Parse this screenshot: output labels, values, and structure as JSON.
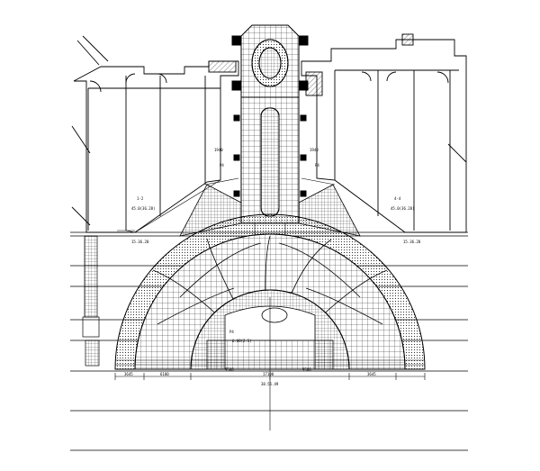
{
  "drawing": {
    "labels": {
      "left_room_code": "1-2",
      "left_room_area": "45.0(36.28)",
      "right_room_code": "4-4",
      "right_room_area": "45.0(36.28)",
      "left_axis_tag": "15.36.28",
      "right_axis_tag": "15.36.28",
      "left_dim_top": "1940",
      "right_dim_top": "1940",
      "left_door_tag": "P4",
      "right_door_tag": "P4",
      "plaza_label": "P4",
      "plaza_level": "6.00(2.5)",
      "bottom_dims": [
        "3645",
        "6100",
        "9500",
        "17100",
        "9500",
        "3645"
      ],
      "bottom_axis_tag": "38.55.49"
    }
  },
  "colors": {
    "line": "#000000",
    "background": "#ffffff"
  }
}
